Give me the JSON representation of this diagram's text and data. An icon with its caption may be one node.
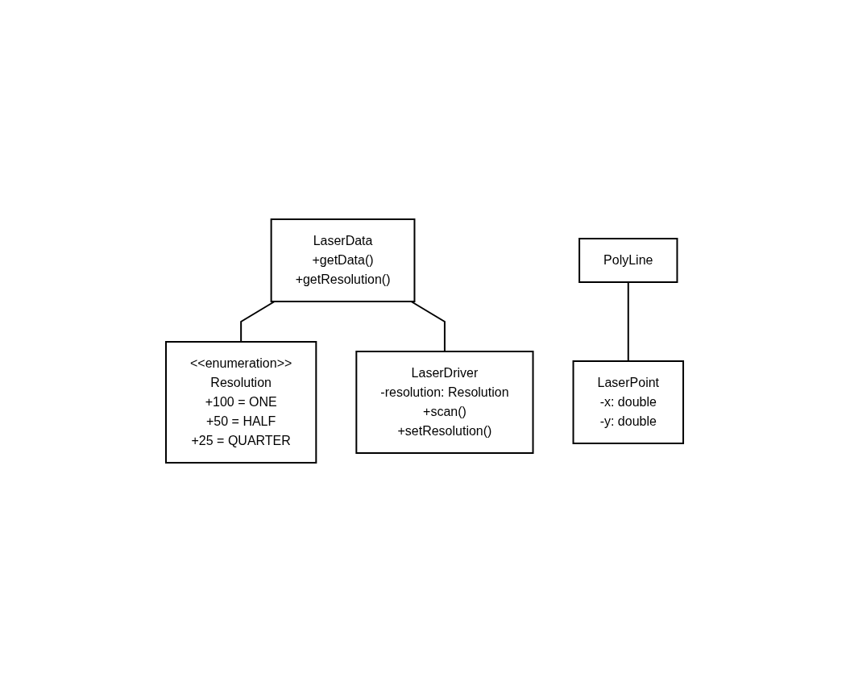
{
  "diagram": {
    "nodes": [
      {
        "text": [
          "LaserData",
          "+getData()",
          "+getResolution()"
        ]
      },
      {
        "text": [
          "<<enumeration>>",
          "Resolution",
          "+100 = ONE",
          "+50 = HALF",
          "+25 = QUARTER"
        ]
      },
      {
        "text": [
          "LaserDriver",
          "-resolution: Resolution",
          "+scan()",
          "+setResolution()"
        ]
      },
      {
        "text": [
          "PolyLine"
        ]
      },
      {
        "text": [
          "LaserPoint",
          "-x: double",
          "-y: double"
        ]
      }
    ],
    "edges": [
      {
        "from": 0,
        "to": 1,
        "arrow": "none"
      },
      {
        "from": 0,
        "to": 2,
        "arrow": "none"
      },
      {
        "from": 3,
        "to": 4,
        "arrow": "none"
      }
    ]
  }
}
